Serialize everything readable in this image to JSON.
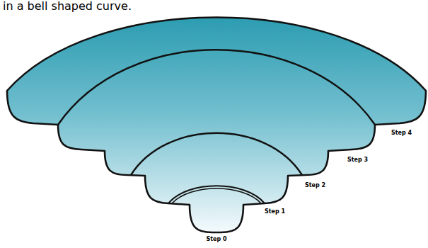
{
  "diagram": {
    "labels": [
      "in a bell shaped curve.",
      "Step 0",
      "Step 1",
      "Step 2",
      "Step 3",
      "Step 4"
    ]
  }
}
